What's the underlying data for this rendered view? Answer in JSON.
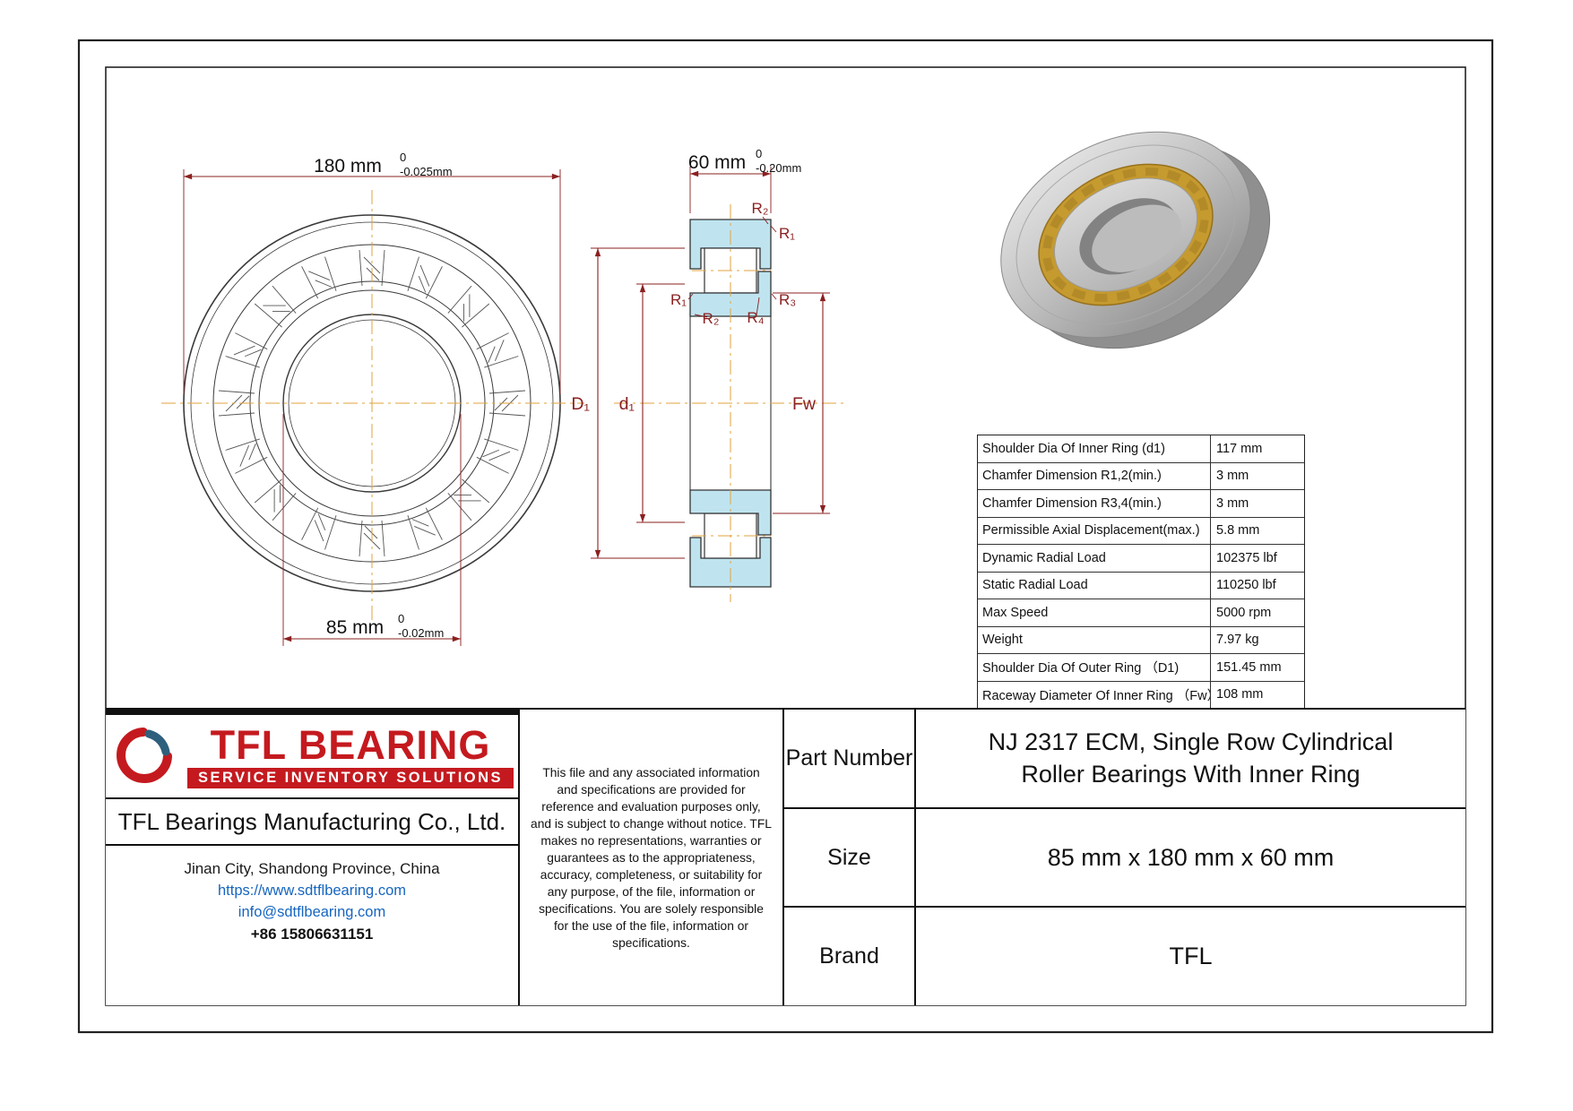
{
  "views": {
    "front": {
      "od_dim": {
        "value": "180 mm",
        "upper": "0",
        "lower": "-0.025mm"
      },
      "bore_dim": {
        "value": "85 mm",
        "upper": "0",
        "lower": "-0.02mm"
      }
    },
    "section": {
      "width_dim": {
        "value": "60 mm",
        "upper": "0",
        "lower": "-0.20mm"
      },
      "labels": {
        "r1": "R₁",
        "r2": "R₂",
        "r3": "R₃",
        "r4": "R₄",
        "D1": "D₁",
        "d1": "d₁",
        "Fw": "Fw"
      }
    }
  },
  "spec_table": {
    "rows": [
      {
        "label": "Shoulder Dia Of Inner Ring (d1)",
        "value": "117 mm"
      },
      {
        "label": "Chamfer Dimension R1,2(min.)",
        "value": "3 mm"
      },
      {
        "label": "Chamfer Dimension R3,4(min.)",
        "value": "3 mm"
      },
      {
        "label": "Permissible Axial Displacement(max.)",
        "value": "5.8 mm"
      },
      {
        "label": "Dynamic Radial Load",
        "value": "102375 lbf"
      },
      {
        "label": "Static Radial Load",
        "value": "110250 lbf"
      },
      {
        "label": "Max Speed",
        "value": "5000 rpm"
      },
      {
        "label": "Weight",
        "value": "7.97 kg"
      },
      {
        "label": "Shoulder Dia Of Outer Ring （D1)",
        "value": "151.45 mm"
      },
      {
        "label": "Raceway Diameter Of Inner Ring （Fw）",
        "value": "108 mm"
      }
    ]
  },
  "title_block": {
    "logo": {
      "title": "TFL BEARING",
      "subtitle": "SERVICE INVENTORY SOLUTIONS"
    },
    "company": "TFL Bearings Manufacturing Co., Ltd.",
    "address": "Jinan City, Shandong Province, China",
    "website": "https://www.sdtflbearing.com",
    "email": "info@sdtflbearing.com",
    "phone": "+86 15806631151",
    "disclaimer": "This file and any associated information and specifications are provided for reference and evaluation purposes only, and is subject to change without notice. TFL makes no representations, warranties or guarantees as to the appropriateness, accuracy, completeness, or suitability for any purpose, of the file, information or specifications.  You are solely responsible for the use of the file, information or specifications.",
    "fields": [
      {
        "label": "Part Number",
        "value": "NJ 2317 ECM, Single Row Cylindrical Roller Bearings With Inner Ring"
      },
      {
        "label": "Size",
        "value": "85 mm x 180 mm x 60 mm"
      },
      {
        "label": "Brand",
        "value": "TFL"
      }
    ]
  },
  "colors": {
    "dimension": "#8b2020",
    "centerline": "#e2a33c",
    "section_fill": "#bfe4f0",
    "brand_red": "#c41a1f",
    "link_blue": "#1565c0"
  }
}
